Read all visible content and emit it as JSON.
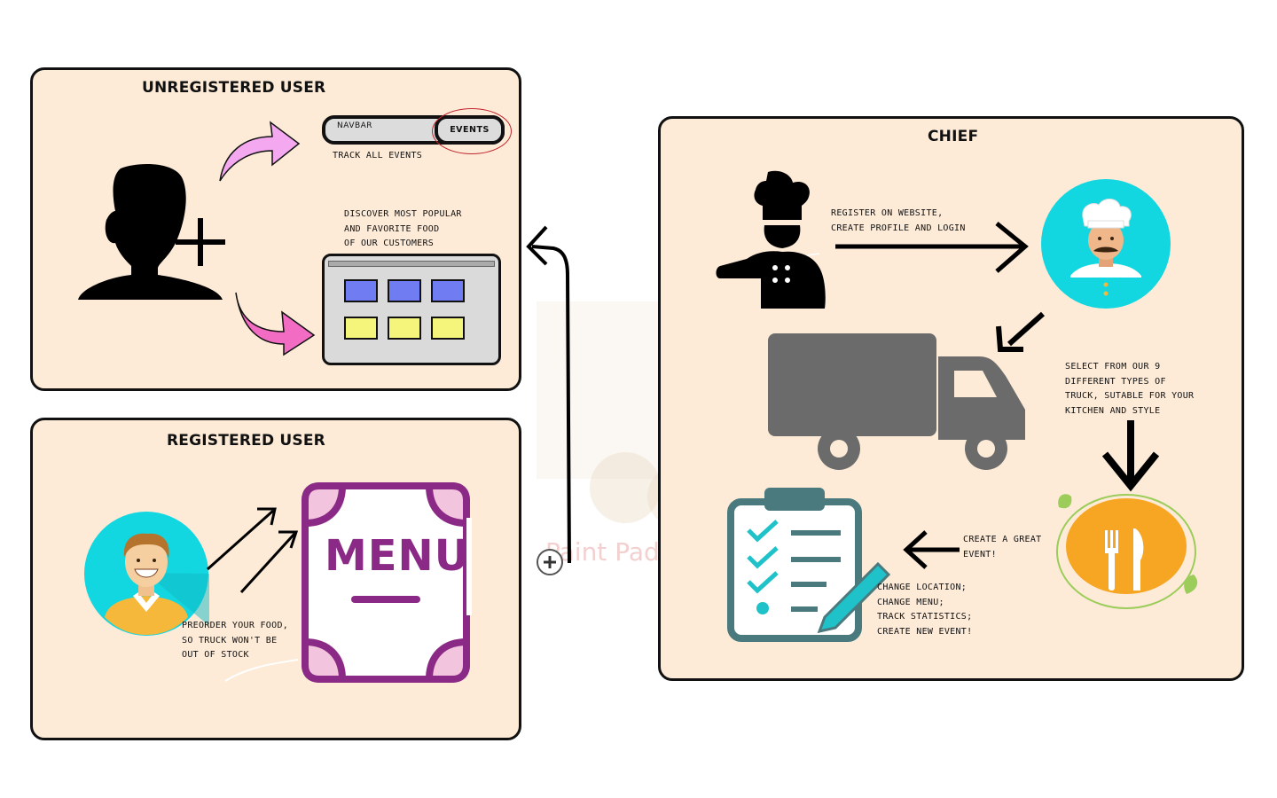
{
  "unregistered": {
    "title": "UNREGISTERED USER",
    "navbar_label": "NAVBAR",
    "events_label": "EVENTS",
    "track_caption": "TRACK ALL EVENTS",
    "discover_lines": [
      "DISCOVER MOST POPULAR",
      "AND FAVORITE FOOD",
      "OF OUR CUSTOMERS"
    ],
    "tile_colors": {
      "top": "#6f7cf2",
      "bottom": "#f4f57a"
    }
  },
  "registered": {
    "title": "REGISTERED USER",
    "menu_word": "MENU",
    "preorder_lines": [
      "PREORDER YOUR FOOD,",
      "SO TRUCK WON'T BE",
      "OUT OF STOCK"
    ]
  },
  "chief": {
    "title": "CHIEF",
    "register_lines": [
      "REGISTER ON WEBSITE,",
      "CREATE PROFILE AND LOGIN"
    ],
    "truck_lines": [
      "SELECT FROM OUR 9",
      "DIFFERENT TYPES OF",
      "TRUCK, SUTABLE FOR YOUR",
      "KITCHEN AND STYLE"
    ],
    "event_lines": [
      "CREATE A GREAT",
      "EVENT!"
    ],
    "manage_lines": [
      "CHANGE LOCATION;",
      "CHANGE MENU;",
      "TRACK STATISTICS;",
      "CREATE NEW EVENT!"
    ]
  },
  "watermark": "Paint Pad Lite",
  "colors": {
    "panel_bg": "#fdebd8",
    "cyan": "#12d6e0",
    "menu_purple": "#8b2a86",
    "truck_gray": "#6b6b6b",
    "plate_orange": "#f6a623",
    "clipboard_teal": "#4a7a7e"
  }
}
